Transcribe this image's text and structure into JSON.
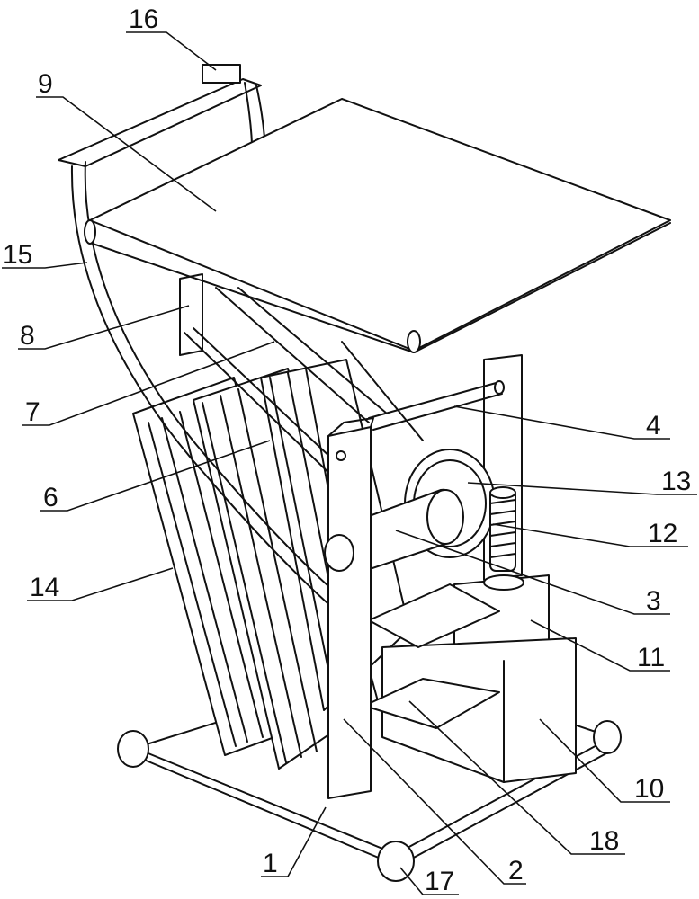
{
  "figure": {
    "labels": [
      {
        "id": "16",
        "text": "16"
      },
      {
        "id": "9",
        "text": "9"
      },
      {
        "id": "15",
        "text": "15"
      },
      {
        "id": "8",
        "text": "8"
      },
      {
        "id": "7",
        "text": "7"
      },
      {
        "id": "6",
        "text": "6"
      },
      {
        "id": "14",
        "text": "14"
      },
      {
        "id": "4",
        "text": "4"
      },
      {
        "id": "13",
        "text": "13"
      },
      {
        "id": "12",
        "text": "12"
      },
      {
        "id": "3",
        "text": "3"
      },
      {
        "id": "11",
        "text": "11"
      },
      {
        "id": "10",
        "text": "10"
      },
      {
        "id": "18",
        "text": "18"
      },
      {
        "id": "2",
        "text": "2"
      },
      {
        "id": "17",
        "text": "17"
      },
      {
        "id": "1",
        "text": "1"
      }
    ]
  }
}
